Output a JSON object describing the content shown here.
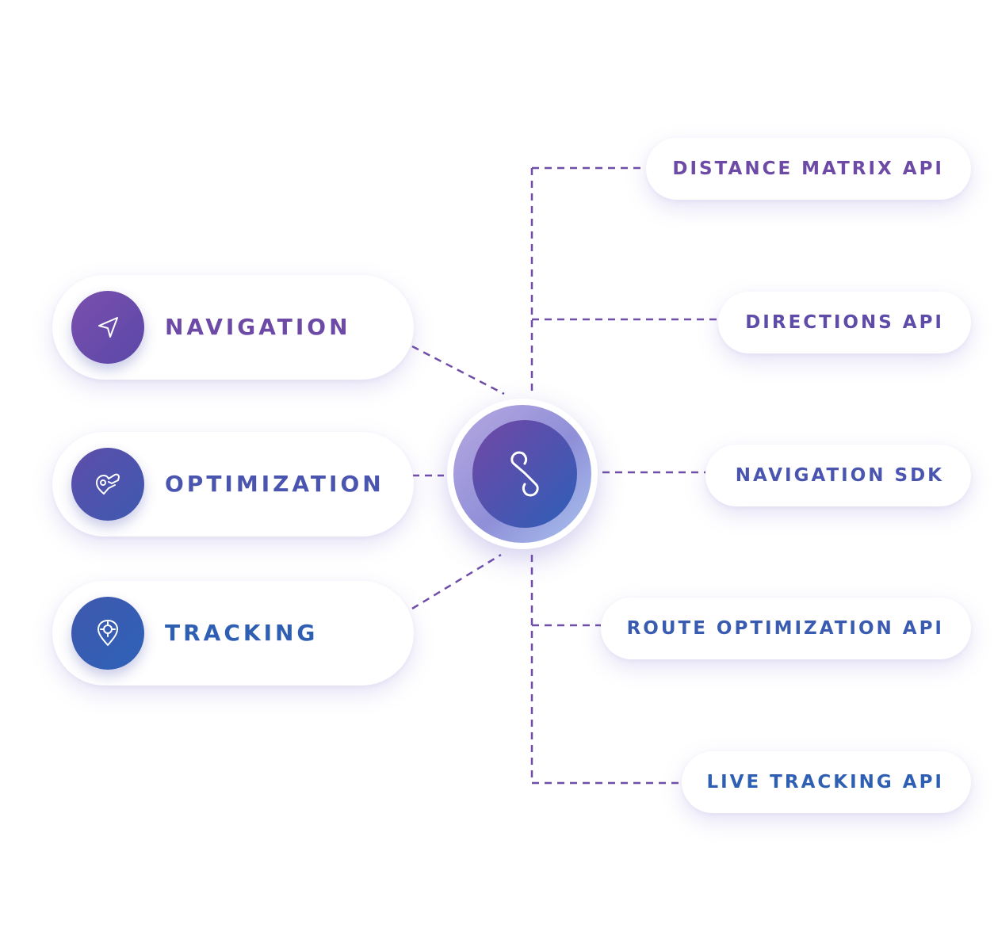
{
  "colors": {
    "purple": "#6c4aa5",
    "indigo": "#4a55b0",
    "blue": "#2f5fb3",
    "connector": "#6f4ea8"
  },
  "hub": {
    "icon": "infinity-link-icon"
  },
  "features": [
    {
      "label": "NAVIGATION",
      "icon": "navigation-arrow-icon"
    },
    {
      "label": "OPTIMIZATION",
      "icon": "optimization-hand-icon"
    },
    {
      "label": "TRACKING",
      "icon": "location-target-icon"
    }
  ],
  "apis": [
    {
      "label": "DISTANCE MATRIX API"
    },
    {
      "label": "DIRECTIONS API"
    },
    {
      "label": "NAVIGATION SDK"
    },
    {
      "label": "ROUTE OPTIMIZATION API"
    },
    {
      "label": "LIVE TRACKING API"
    }
  ]
}
